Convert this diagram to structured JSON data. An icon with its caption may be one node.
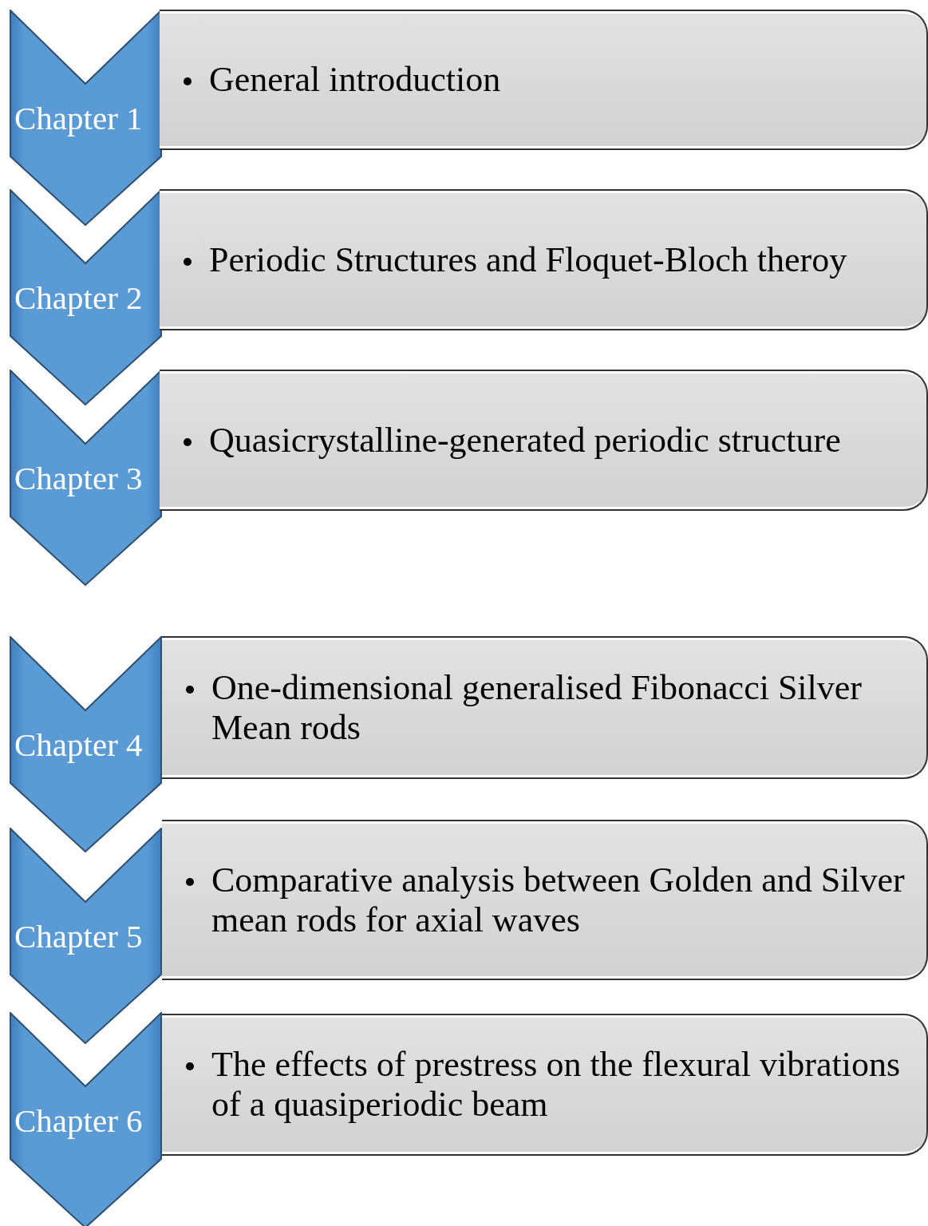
{
  "diagram": {
    "nodes": [
      {
        "text": [
          "Chapter 1"
        ]
      },
      {
        "text": [
          "General introduction"
        ]
      },
      {
        "text": [
          "Chapter 2"
        ]
      },
      {
        "text": [
          "Periodic Structures and Floquet-Bloch theroy"
        ]
      },
      {
        "text": [
          "Chapter 3"
        ]
      },
      {
        "text": [
          "Quasicrystalline-generated periodic structure"
        ]
      },
      {
        "text": [
          "Chapter 4"
        ]
      },
      {
        "text": [
          "One-dimensional generalised Fibonacci Silver Mean rods"
        ]
      },
      {
        "text": [
          "Chapter 5"
        ]
      },
      {
        "text": [
          "Comparative analysis between Golden and Silver mean rods for axial waves"
        ]
      },
      {
        "text": [
          "Chapter 6"
        ]
      },
      {
        "text": [
          "The effects of prestress on the flexural vibrations of a quasiperiodic beam"
        ]
      }
    ]
  }
}
